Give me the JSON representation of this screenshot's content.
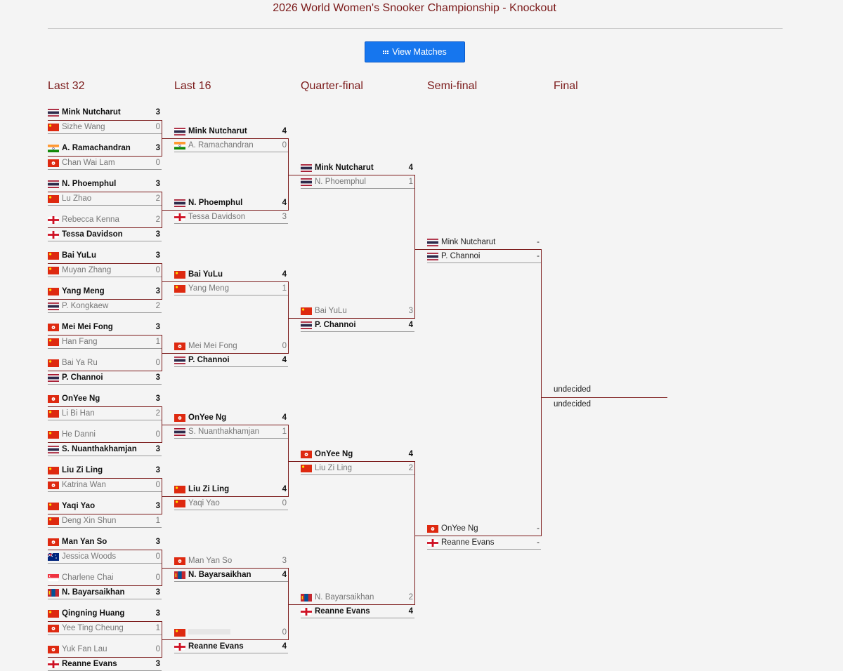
{
  "page": {
    "title": "2026 World Women's Snooker Championship - Knockout",
    "view_button": "View Matches"
  },
  "rounds": [
    "Last 32",
    "Last 16",
    "Quarter-final",
    "Semi-final",
    "Final"
  ],
  "colors": {
    "accent": "#7b1a1a",
    "button": "#1676ee"
  },
  "matches": [
    {
      "r": 0,
      "i": 0,
      "p": [
        {
          "name": "Mink Nutcharut",
          "flag": "th",
          "score": "3",
          "win": true
        },
        {
          "name": "Sizhe Wang",
          "flag": "cn",
          "score": "0"
        }
      ]
    },
    {
      "r": 0,
      "i": 1,
      "p": [
        {
          "name": "A. Ramachandran",
          "flag": "in",
          "score": "3",
          "win": true
        },
        {
          "name": "Chan Wai Lam",
          "flag": "hk",
          "score": "0"
        }
      ]
    },
    {
      "r": 0,
      "i": 2,
      "p": [
        {
          "name": "N. Phoemphul",
          "flag": "th",
          "score": "3",
          "win": true
        },
        {
          "name": "Lu Zhao",
          "flag": "cn",
          "score": "2"
        }
      ]
    },
    {
      "r": 0,
      "i": 3,
      "p": [
        {
          "name": "Rebecca Kenna",
          "flag": "en",
          "score": "2"
        },
        {
          "name": "Tessa Davidson",
          "flag": "en",
          "score": "3",
          "win": true
        }
      ]
    },
    {
      "r": 0,
      "i": 4,
      "p": [
        {
          "name": "Bai YuLu",
          "flag": "cn",
          "score": "3",
          "win": true
        },
        {
          "name": "Muyan Zhang",
          "flag": "cn",
          "score": "0"
        }
      ]
    },
    {
      "r": 0,
      "i": 5,
      "p": [
        {
          "name": "Yang Meng",
          "flag": "cn",
          "score": "3",
          "win": true
        },
        {
          "name": "P. Kongkaew",
          "flag": "th",
          "score": "2"
        }
      ]
    },
    {
      "r": 0,
      "i": 6,
      "p": [
        {
          "name": "Mei Mei Fong",
          "flag": "hk",
          "score": "3",
          "win": true
        },
        {
          "name": "Han Fang",
          "flag": "cn",
          "score": "1"
        }
      ]
    },
    {
      "r": 0,
      "i": 7,
      "p": [
        {
          "name": "Bai Ya Ru",
          "flag": "cn",
          "score": "0"
        },
        {
          "name": "P. Channoi",
          "flag": "th",
          "score": "3",
          "win": true
        }
      ]
    },
    {
      "r": 0,
      "i": 8,
      "p": [
        {
          "name": "OnYee Ng",
          "flag": "hk",
          "score": "3",
          "win": true
        },
        {
          "name": "Li Bi Han",
          "flag": "cn",
          "score": "2"
        }
      ]
    },
    {
      "r": 0,
      "i": 9,
      "p": [
        {
          "name": "He Danni",
          "flag": "cn",
          "score": "0"
        },
        {
          "name": "S. Nuanthakhamjan",
          "flag": "th",
          "score": "3",
          "win": true
        }
      ]
    },
    {
      "r": 0,
      "i": 10,
      "p": [
        {
          "name": "Liu Zi Ling",
          "flag": "cn",
          "score": "3",
          "win": true
        },
        {
          "name": "Katrina Wan",
          "flag": "hk",
          "score": "0"
        }
      ]
    },
    {
      "r": 0,
      "i": 11,
      "p": [
        {
          "name": "Yaqi Yao",
          "flag": "cn",
          "score": "3",
          "win": true
        },
        {
          "name": "Deng Xin Shun",
          "flag": "cn",
          "score": "1"
        }
      ]
    },
    {
      "r": 0,
      "i": 12,
      "p": [
        {
          "name": "Man Yan So",
          "flag": "hk",
          "score": "3",
          "win": true
        },
        {
          "name": "Jessica Woods",
          "flag": "au",
          "score": "0"
        }
      ]
    },
    {
      "r": 0,
      "i": 13,
      "p": [
        {
          "name": "Charlene Chai",
          "flag": "sg",
          "score": "0"
        },
        {
          "name": "N. Bayarsaikhan",
          "flag": "mn",
          "score": "3",
          "win": true
        }
      ]
    },
    {
      "r": 0,
      "i": 14,
      "p": [
        {
          "name": "Qingning Huang",
          "flag": "cn",
          "score": "3",
          "win": true
        },
        {
          "name": "Yee Ting Cheung",
          "flag": "hk",
          "score": "1"
        }
      ]
    },
    {
      "r": 0,
      "i": 15,
      "p": [
        {
          "name": "Yuk Fan Lau",
          "flag": "hk",
          "score": "0"
        },
        {
          "name": "Reanne Evans",
          "flag": "en",
          "score": "3",
          "win": true
        }
      ]
    },
    {
      "r": 1,
      "i": 0,
      "p": [
        {
          "name": "Mink Nutcharut",
          "flag": "th",
          "score": "4",
          "win": true
        },
        {
          "name": "A. Ramachandran",
          "flag": "in",
          "score": "0"
        }
      ]
    },
    {
      "r": 1,
      "i": 1,
      "p": [
        {
          "name": "N. Phoemphul",
          "flag": "th",
          "score": "4",
          "win": true
        },
        {
          "name": "Tessa Davidson",
          "flag": "en",
          "score": "3"
        }
      ]
    },
    {
      "r": 1,
      "i": 2,
      "p": [
        {
          "name": "Bai YuLu",
          "flag": "cn",
          "score": "4",
          "win": true
        },
        {
          "name": "Yang Meng",
          "flag": "cn",
          "score": "1"
        }
      ]
    },
    {
      "r": 1,
      "i": 3,
      "p": [
        {
          "name": "Mei Mei Fong",
          "flag": "hk",
          "score": "0"
        },
        {
          "name": "P. Channoi",
          "flag": "th",
          "score": "4",
          "win": true
        }
      ]
    },
    {
      "r": 1,
      "i": 4,
      "p": [
        {
          "name": "OnYee Ng",
          "flag": "hk",
          "score": "4",
          "win": true
        },
        {
          "name": "S. Nuanthakhamjan",
          "flag": "th",
          "score": "1"
        }
      ]
    },
    {
      "r": 1,
      "i": 5,
      "p": [
        {
          "name": "Liu Zi Ling",
          "flag": "cn",
          "score": "4",
          "win": true
        },
        {
          "name": "Yaqi Yao",
          "flag": "cn",
          "score": "0"
        }
      ]
    },
    {
      "r": 1,
      "i": 6,
      "p": [
        {
          "name": "Man Yan So",
          "flag": "hk",
          "score": "3"
        },
        {
          "name": "N. Bayarsaikhan",
          "flag": "mn",
          "score": "4",
          "win": true
        }
      ]
    },
    {
      "r": 1,
      "i": 7,
      "p": [
        {
          "name": "",
          "flag": "cn",
          "score": "0",
          "blur": true
        },
        {
          "name": "Reanne Evans",
          "flag": "en",
          "score": "4",
          "win": true
        }
      ]
    },
    {
      "r": 2,
      "i": 0,
      "p": [
        {
          "name": "Mink Nutcharut",
          "flag": "th",
          "score": "4",
          "win": true
        },
        {
          "name": "N. Phoemphul",
          "flag": "th",
          "score": "1"
        }
      ]
    },
    {
      "r": 2,
      "i": 1,
      "p": [
        {
          "name": "Bai YuLu",
          "flag": "cn",
          "score": "3"
        },
        {
          "name": "P. Channoi",
          "flag": "th",
          "score": "4",
          "win": true
        }
      ]
    },
    {
      "r": 2,
      "i": 2,
      "p": [
        {
          "name": "OnYee Ng",
          "flag": "hk",
          "score": "4",
          "win": true
        },
        {
          "name": "Liu Zi Ling",
          "flag": "cn",
          "score": "2"
        }
      ]
    },
    {
      "r": 2,
      "i": 3,
      "p": [
        {
          "name": "N. Bayarsaikhan",
          "flag": "mn",
          "score": "2"
        },
        {
          "name": "Reanne Evans",
          "flag": "en",
          "score": "4",
          "win": true
        }
      ]
    },
    {
      "r": 3,
      "i": 0,
      "p": [
        {
          "name": "Mink Nutcharut",
          "flag": "th",
          "score": "-",
          "und": true
        },
        {
          "name": "P. Channoi",
          "flag": "th",
          "score": "-",
          "und": true
        }
      ]
    },
    {
      "r": 3,
      "i": 1,
      "p": [
        {
          "name": "OnYee Ng",
          "flag": "hk",
          "score": "-",
          "und": true
        },
        {
          "name": "Reanne Evans",
          "flag": "en",
          "score": "-",
          "und": true
        }
      ]
    },
    {
      "r": 4,
      "i": 0,
      "p": [
        {
          "name": "undecided",
          "flag": "",
          "score": "",
          "und": true
        },
        {
          "name": "undecided",
          "flag": "",
          "score": "",
          "und": true
        }
      ]
    }
  ]
}
